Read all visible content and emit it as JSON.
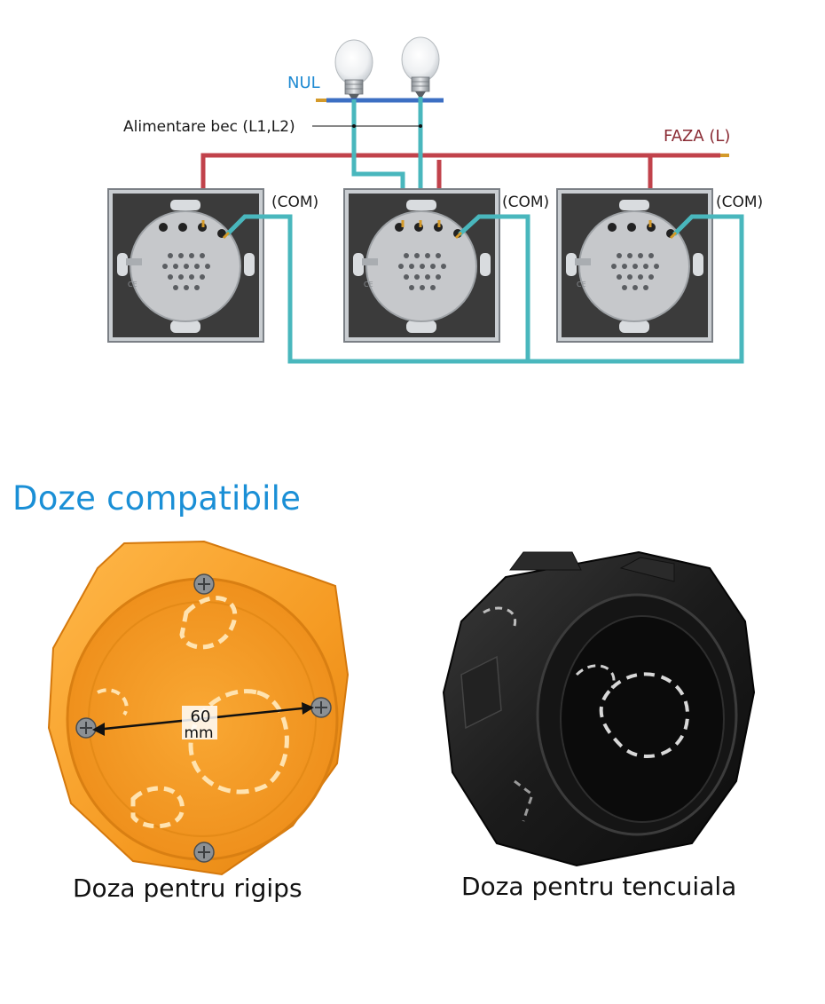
{
  "colors": {
    "neutral_wire": "#3c6fc3",
    "phase_wire": "#c1424b",
    "com_wire": "#49b7bd",
    "neutral_label": "#1f8ad2",
    "phase_label": "#8a2b34",
    "title": "#1a8fd6",
    "orange_box": "#f7a233",
    "black_box": "#1e1e1e"
  },
  "diagram": {
    "neutral_label": "NUL",
    "bulb_supply_label": "Alimentare bec (L1,L2)",
    "phase_label": "FAZA (L)",
    "com_labels": [
      "(COM)",
      "(COM)",
      "(COM)"
    ]
  },
  "section": {
    "title": "Doze compatibile"
  },
  "boxes": {
    "left": {
      "dimension_value": "60",
      "dimension_unit": "mm",
      "caption": "Doza pentru rigips",
      "icon": "orange-flush-box"
    },
    "right": {
      "caption": "Doza pentru tencuiala",
      "icon": "black-surface-box"
    }
  }
}
